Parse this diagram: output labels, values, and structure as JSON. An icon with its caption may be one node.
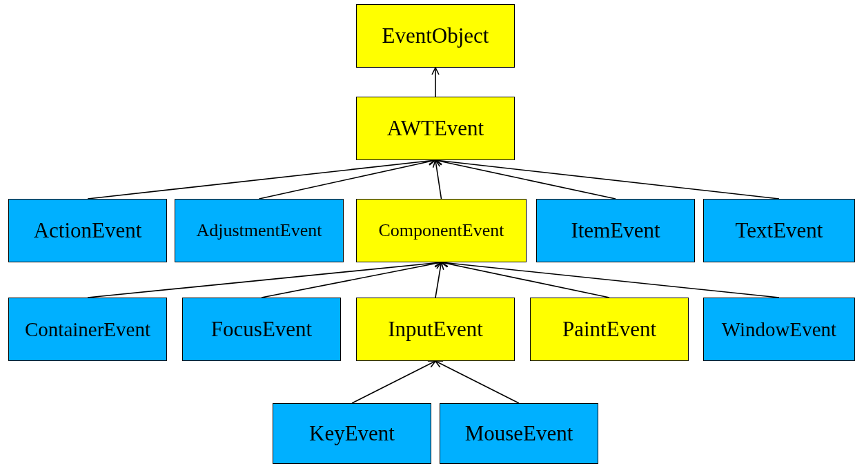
{
  "diagram": {
    "nodes": [
      {
        "text": [
          "EventObject"
        ]
      },
      {
        "text": [
          "AWTEvent"
        ]
      },
      {
        "text": [
          "ActionEvent"
        ]
      },
      {
        "text": [
          "AdjustmentEvent"
        ]
      },
      {
        "text": [
          "ComponentEvent"
        ]
      },
      {
        "text": [
          "ItemEvent"
        ]
      },
      {
        "text": [
          "TextEvent"
        ]
      },
      {
        "text": [
          "ContainerEvent"
        ]
      },
      {
        "text": [
          "FocusEvent"
        ]
      },
      {
        "text": [
          "InputEvent"
        ]
      },
      {
        "text": [
          "PaintEvent"
        ]
      },
      {
        "text": [
          "WindowEvent"
        ]
      },
      {
        "text": [
          "KeyEvent"
        ]
      },
      {
        "text": [
          "MouseEvent"
        ]
      }
    ],
    "edges": [
      {
        "from": 1,
        "to": 0,
        "arrow": "to"
      },
      {
        "from": 2,
        "to": 1,
        "arrow": "to"
      },
      {
        "from": 3,
        "to": 1,
        "arrow": "to"
      },
      {
        "from": 4,
        "to": 1,
        "arrow": "to"
      },
      {
        "from": 5,
        "to": 1,
        "arrow": "to"
      },
      {
        "from": 6,
        "to": 1,
        "arrow": "to"
      },
      {
        "from": 7,
        "to": 4,
        "arrow": "to"
      },
      {
        "from": 8,
        "to": 4,
        "arrow": "to"
      },
      {
        "from": 9,
        "to": 4,
        "arrow": "to"
      },
      {
        "from": 10,
        "to": 4,
        "arrow": "to"
      },
      {
        "from": 11,
        "to": 4,
        "arrow": "to"
      },
      {
        "from": 12,
        "to": 9,
        "arrow": "to"
      },
      {
        "from": 13,
        "to": 9,
        "arrow": "to"
      }
    ]
  }
}
